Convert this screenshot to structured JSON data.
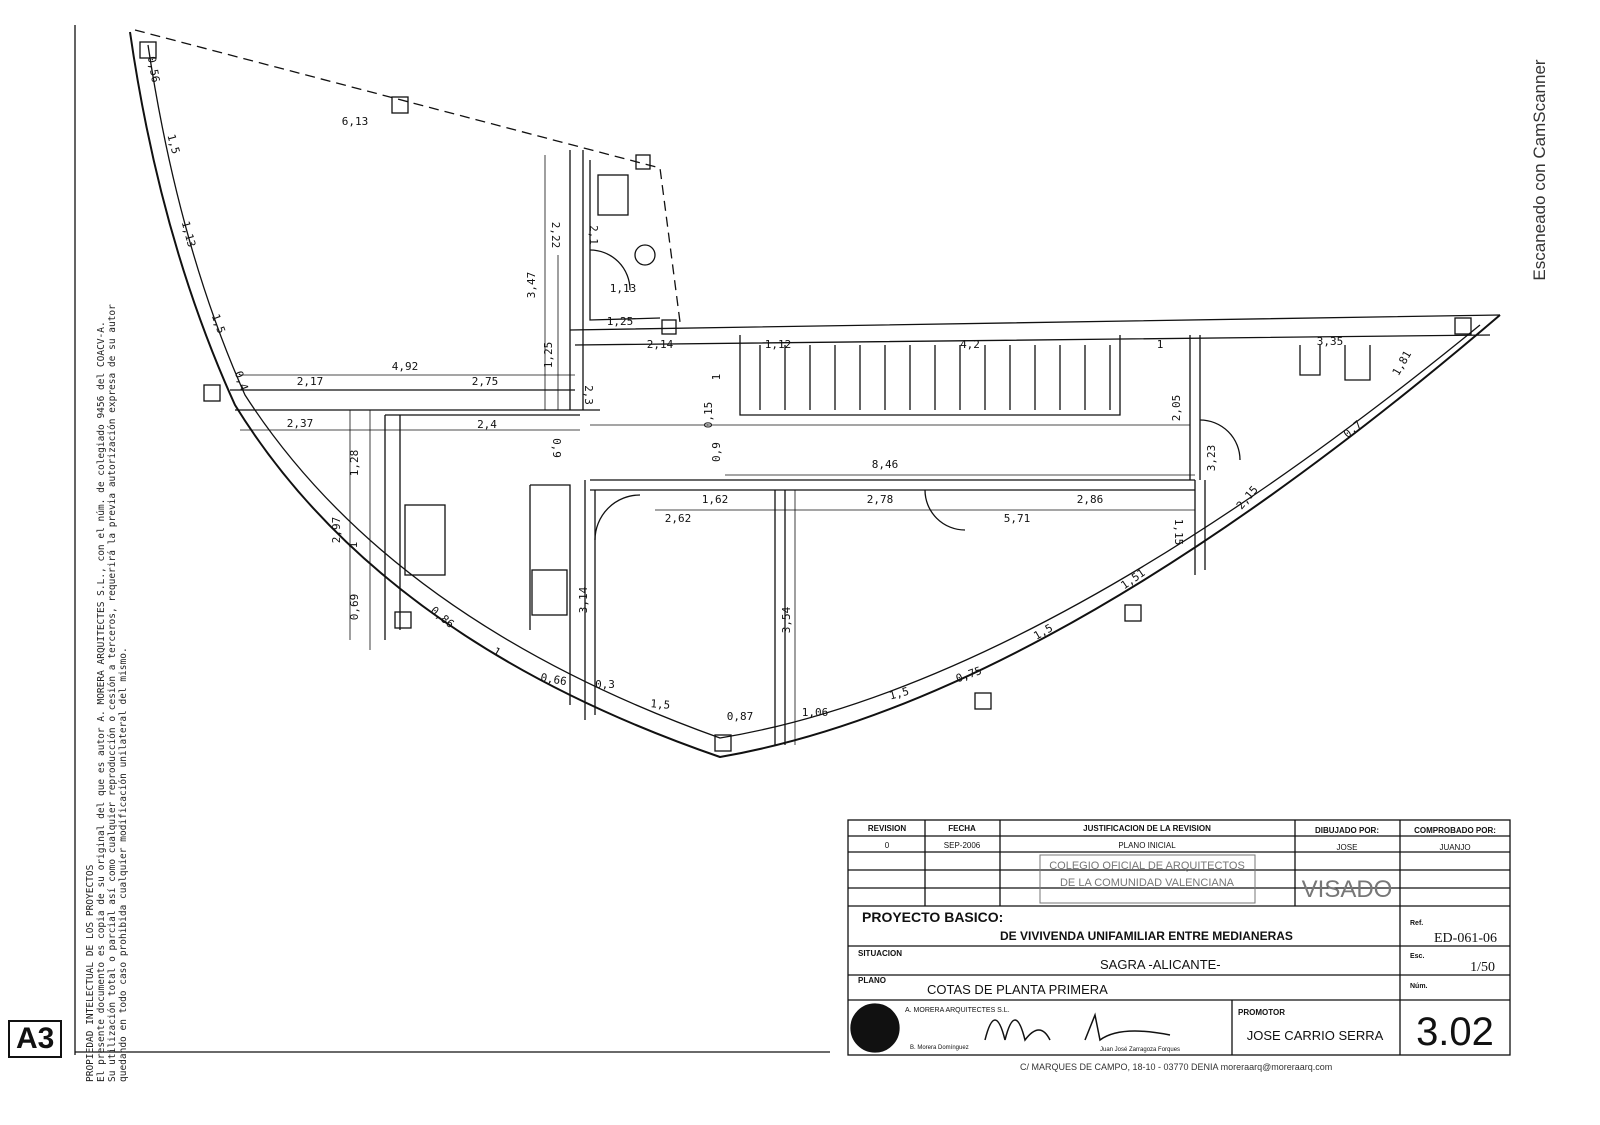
{
  "sheet_size": "A3",
  "watermark": "Escaneado con CamScanner",
  "side_note": {
    "lines": [
      "PROPIEDAD INTELECTUAL DE LOS PROYECTOS",
      "El presente documento es copia de su original del que es autor A. MORERA ARQUITECTES S.L., con el núm. de colegiado 9456 del COACV-A.",
      "Su utilización total o parcial así como cualquier reproducción o cesión a terceros, requerirá la previa autorización expresa de su autor",
      "quedando en todo caso prohibida cualquier modificación unilateral del mismo."
    ]
  },
  "dimensions": [
    "0,56",
    "1,5",
    "6,13",
    "1,13",
    "1,5",
    "2,22",
    "3,47",
    "2,1",
    "1,13",
    "1,25",
    "2,14",
    "1,12",
    "4,2",
    "1",
    "3,35",
    "1,81",
    "4,92",
    "0,4",
    "2,17",
    "2,75",
    "1,25",
    "2,3",
    "2,37",
    "2,4",
    "0,9",
    "0,15",
    "1",
    "0,9",
    "2,05",
    "3,23",
    "0,7",
    "8,46",
    "1,62",
    "2,78",
    "2,86",
    "2,62",
    "5,71",
    "2,15",
    "1,15",
    "1,28",
    "2,97",
    "1",
    "0,69",
    "0,86",
    "1",
    "0,66",
    "0,3",
    "3,14",
    "3,54",
    "1,5",
    "0,87",
    "1,06",
    "1,5",
    "0,75",
    "1,5",
    "1,51"
  ],
  "title_block": {
    "headers": {
      "revision": "REVISION",
      "fecha": "FECHA",
      "justificacion": "JUSTIFICACION DE LA REVISION",
      "dibujado": "DIBUJADO POR:",
      "comprobado": "COMPROBADO POR:"
    },
    "row": {
      "revision": "0",
      "fecha": "SEP-2006",
      "justificacion": "PLANO INICIAL",
      "dibujado": "JOSE",
      "comprobado": "JUANJO"
    },
    "proyecto_label": "PROYECTO BASICO:",
    "proyecto": "DE VIVIVENDA UNIFAMILIAR ENTRE MEDIANERAS",
    "situacion_label": "SITUACION",
    "situacion": "SAGRA -ALICANTE-",
    "plano_label": "PLANO",
    "plano": "COTAS DE PLANTA PRIMERA",
    "ref_label": "Ref.",
    "ref": "ED-061-06",
    "esc_label": "Esc.",
    "esc": "1/50",
    "num_label": "Núm.",
    "num": "3.02",
    "firm": "A. MORERA ARQUITECTES S.L.",
    "signer1": "B. Morera Domínguez",
    "signer2": "Juan José Zarragoza Forques",
    "promotor_label": "PROMOTOR",
    "promotor": "JOSE CARRIO SERRA",
    "stamp_line1": "COLEGIO OFICIAL DE ARQUITECTOS",
    "stamp_line2": "DE LA COMUNIDAD VALENCIANA",
    "stamp_line3": "VISADO",
    "address": "C/ MARQUES DE CAMPO, 18-10 - 03770 DENIA    moreraarq@moreraarq.com"
  }
}
